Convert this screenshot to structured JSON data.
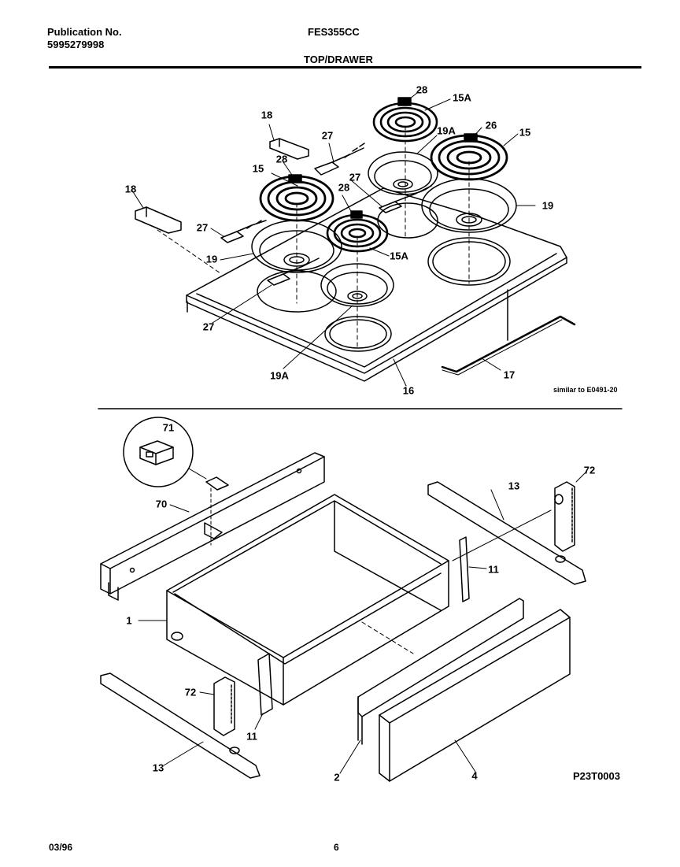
{
  "header": {
    "publication_label": "Publication No.",
    "publication_number": "5995279998",
    "model": "FES355CC",
    "section": "TOP/DRAWER"
  },
  "top_callouts": {
    "c28a": "28",
    "c15a_top": "15A",
    "c18a": "18",
    "c27a": "27",
    "c19a_top": "19A",
    "c26": "26",
    "c15_right": "15",
    "c28b": "28",
    "c15_left": "15",
    "c27b": "27",
    "c18b": "18",
    "c28c": "28",
    "c19_right": "19",
    "c27c": "27",
    "c15a_mid": "15A",
    "c19_left": "19",
    "c27d": "27",
    "c19a_bottom": "19A",
    "c16": "16",
    "c17": "17"
  },
  "similar_note": "similar to E0491-20",
  "bottom_callouts": {
    "c71": "71",
    "c70": "70",
    "c13_top": "13",
    "c72_top": "72",
    "c11_right": "11",
    "c1": "1",
    "c72_left": "72",
    "c11_left": "11",
    "c13_bottom": "13",
    "c2": "2",
    "c4": "4"
  },
  "drawing_code": "P23T0003",
  "footer": {
    "date": "03/96",
    "page": "6"
  }
}
